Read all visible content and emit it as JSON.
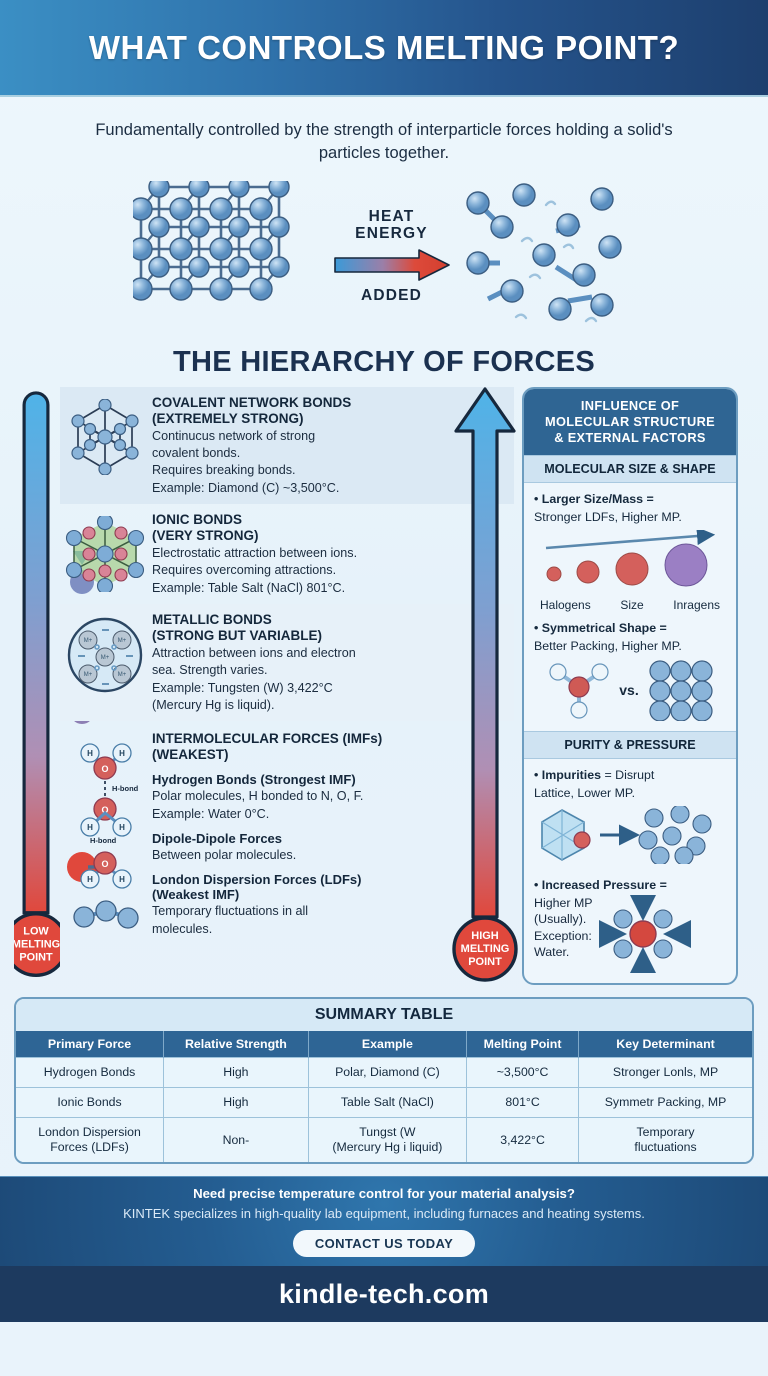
{
  "header": {
    "title": "WHAT CONTROLS MELTING POINT?"
  },
  "subtitle": "Fundamentally controlled by the strength of interparticle forces holding a solid's particles together.",
  "heat": {
    "line1": "HEAT",
    "line2": "ENERGY",
    "line3": "ADDED"
  },
  "hierarchy_title": "THE HIERARCHY OF FORCES",
  "thermometer": {
    "low": "LOW\nMELTING\nPOINT",
    "low_l1": "LOW",
    "low_l2": "MELTING",
    "low_l3": "POINT",
    "high_l1": "HIGH",
    "high_l2": "MELTING",
    "high_l3": "POINT"
  },
  "forces": [
    {
      "title": "COVALENT NETWORK BONDS",
      "subtitle": "(EXTREMELY STRONG)",
      "line1": "Continucus network of strong",
      "line2": "covalent bonds.",
      "line3": "Requires breaking bonds.",
      "line4": "Example: Diamond (C) ~3,500°C."
    },
    {
      "title": "IONIC BONDS",
      "subtitle": "(VERY STRONG)",
      "line1": "Electrostatic attraction between ions.",
      "line2": "Requires overcoming attractions.",
      "line3": "Example: Table Salt (NaCl) 801°C.",
      "line4": ""
    },
    {
      "title": "METALLIC BONDS",
      "subtitle": "(STRONG BUT VARIABLE)",
      "line1": "Attraction between ions and electron",
      "line2": "sea. Strength varies.",
      "line3": "Example: Tungsten (W) 3,422°C",
      "line4": "(Mercury Hg is liquid)."
    }
  ],
  "imf": {
    "title": "INTERMOLECULAR FORCES (IMFs)",
    "subtitle": "(WEAKEST)",
    "hbond_title": "Hydrogen Bonds (Strongest IMF)",
    "hbond_l1": "Polar molecules, H bonded to N, O, F.",
    "hbond_l2": "Example: Water 0°C.",
    "dipole_title": "Dipole-Dipole Forces",
    "dipole_l1": "Between polar molecules.",
    "ldf_title": "London Dispersion Forces (LDFs)",
    "ldf_subtitle": "(Weakest IMF)",
    "ldf_l1": "Temporary fluctuations in all",
    "ldf_l2": "molecules.",
    "hbond_label": "H-bond",
    "atom_h": "H",
    "atom_o": "O"
  },
  "panel": {
    "title_l1": "INFLUENCE OF",
    "title_l2": "MOLECULAR STRUCTURE",
    "title_l3": "& EXTERNAL FACTORS",
    "section1_title": "MOLECULAR SIZE & SHAPE",
    "b1_bold": "• Larger Size/Mass =",
    "b1_rest": "Stronger LDFs, Higher MP.",
    "size_labels": [
      "Halogens",
      "Size",
      "Inragens"
    ],
    "b2_bold": "• Symmetrical Shape =",
    "b2_rest": "Better Packing, Higher MP.",
    "vs": "vs.",
    "section2_title": "PURITY & PRESSURE",
    "b3_bold": "• Impurities",
    "b3_rest": " = Disrupt",
    "b3_line2": "Lattice, Lower MP.",
    "b4_bold": "• Increased Pressure =",
    "b4_l1": "Higher MP",
    "b4_l2": "(Usually).",
    "b4_l3": "Exception:",
    "b4_l4": "Water."
  },
  "summary": {
    "title": "SUMMARY TABLE",
    "columns": [
      "Primary Force",
      "Relative Strength",
      "Example",
      "Melting Point",
      "Key Determinant"
    ],
    "rows": [
      [
        "Hydrogen Bonds",
        "High",
        "Polar, Diamond (C)",
        "~3,500°C",
        "Stronger Lonls, MP"
      ],
      [
        "Ionic Bonds",
        "High",
        "Table Salt (NaCl)",
        "801°C",
        "Symmetr Packing, MP"
      ],
      [
        "London Dispersion Forces (LDFs)",
        "Non-",
        "Tungst (W (Mercury Hg i liquid)",
        "3,422°C",
        "Temporary fluctuations"
      ]
    ],
    "row3_c1_l1": "London Dispersion",
    "row3_c1_l2": "Forces (LDFs)",
    "row3_c3_l1": "Tungst (W",
    "row3_c3_l2": "(Mercury Hg i liquid)",
    "row3_c5_l1": "Temporary",
    "row3_c5_l2": "fluctuations"
  },
  "footer": {
    "line1": "Need precise temperature control for your material analysis?",
    "line2": "KINTEK specializes in high-quality lab equipment, including furnaces and heating systems.",
    "button": "CONTACT US TODAY",
    "brand": "kindle-tech.com"
  },
  "colors": {
    "header_blue": "#25548c",
    "panel_blue": "#2f6593",
    "accent_red": "#e0483c",
    "arrow_blue": "#4a9fd5",
    "brand_navy": "#1d3a5f"
  }
}
